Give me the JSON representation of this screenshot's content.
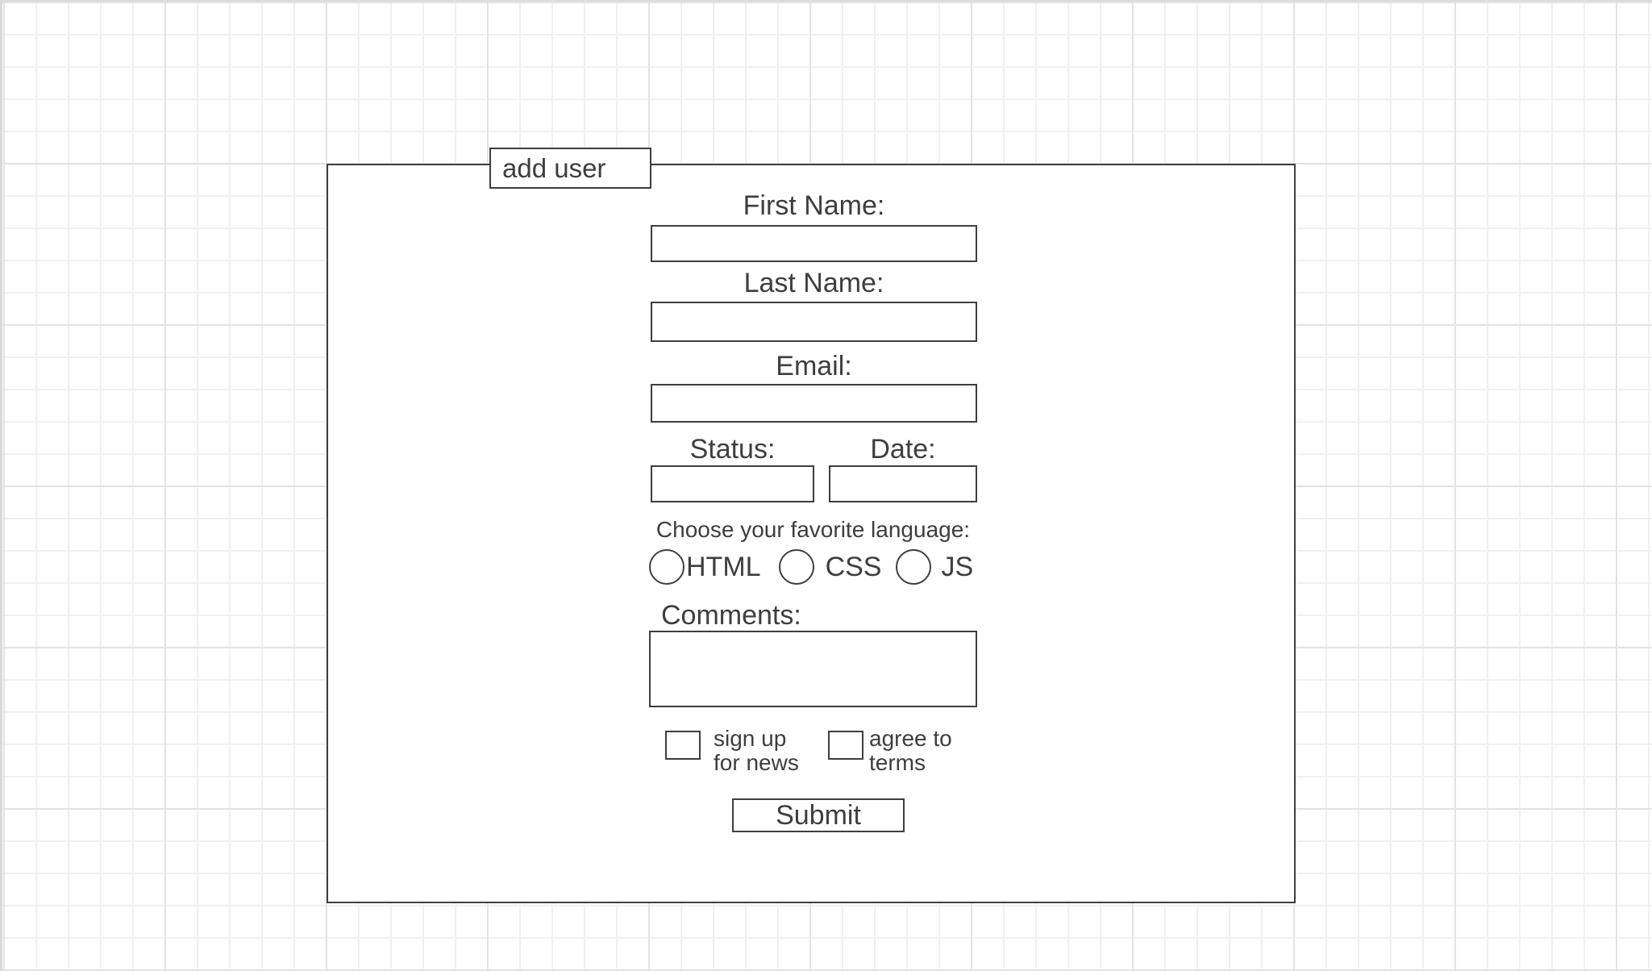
{
  "canvas": {
    "background_color": "#ffffff",
    "grid_minor_color": "#f0f0f0",
    "grid_major_color": "#e3e3e3",
    "stroke_color": "#3e3e3e"
  },
  "form": {
    "tab_label": "add user",
    "first_name_label": "First Name:",
    "last_name_label": "Last Name:",
    "email_label": "Email:",
    "status_label": "Status:",
    "date_label": "Date:",
    "language": {
      "prompt": "Choose your favorite language:",
      "options": [
        {
          "label": "HTML"
        },
        {
          "label": "CSS"
        },
        {
          "label": "JS"
        }
      ]
    },
    "comments_label": "Comments:",
    "checkboxes": [
      {
        "line1": "sign up",
        "line2": "for news"
      },
      {
        "line1": "agree to",
        "line2": "terms"
      }
    ],
    "submit_label": "Submit"
  }
}
